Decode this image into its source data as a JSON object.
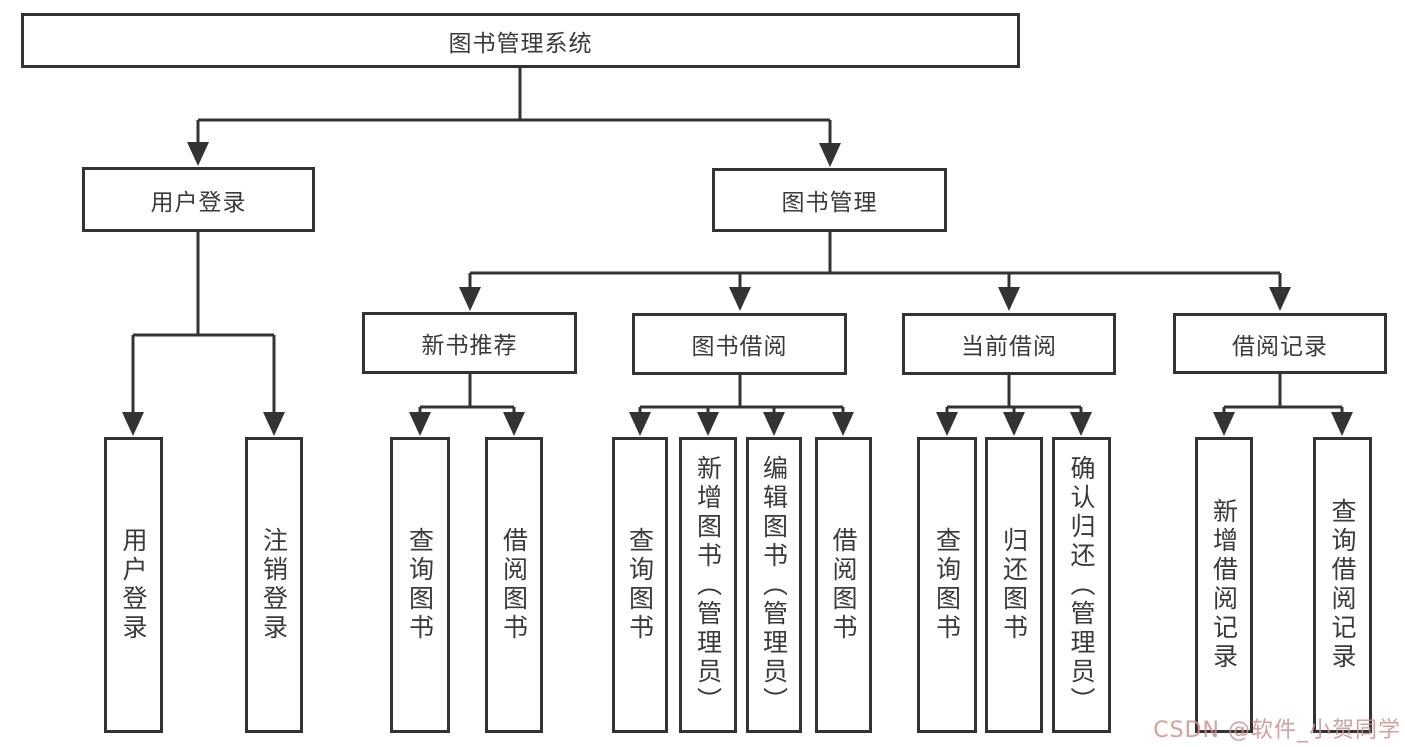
{
  "diagram": {
    "title": "图书管理系统",
    "type": "hierarchy-tree",
    "line_color": "#333333",
    "box_border_color": "#333333",
    "text_color": "#3a3a3a",
    "background_color": "#ffffff"
  },
  "nodes": {
    "root": {
      "label": "图书管理系统"
    },
    "user_login": {
      "label": "用户登录"
    },
    "book_mgmt": {
      "label": "图书管理"
    },
    "new_book_rec": {
      "label": "新书推荐"
    },
    "book_borrow": {
      "label": "图书借阅"
    },
    "current_borrow": {
      "label": "当前借阅"
    },
    "borrow_record": {
      "label": "借阅记录"
    },
    "leaf_user_login": {
      "label": "用户登录"
    },
    "leaf_logout": {
      "label": "注销登录"
    },
    "leaf_rec_query": {
      "label": "查询图书"
    },
    "leaf_rec_borrow": {
      "label": "借阅图书"
    },
    "leaf_bb_query": {
      "label": "查询图书"
    },
    "leaf_bb_add": {
      "label": "新增图书（管理员）"
    },
    "leaf_bb_edit": {
      "label": "编辑图书（管理员）"
    },
    "leaf_bb_borrow": {
      "label": "借阅图书"
    },
    "leaf_cb_query": {
      "label": "查询图书"
    },
    "leaf_cb_return": {
      "label": "归还图书"
    },
    "leaf_cb_confirm": {
      "label": "确认归还（管理员）"
    },
    "leaf_br_add": {
      "label": "新增借阅记录"
    },
    "leaf_br_query": {
      "label": "查询借阅记录"
    }
  },
  "watermark": {
    "text": "CSDN @软件_小贺同学",
    "color": "#cf8f89"
  }
}
